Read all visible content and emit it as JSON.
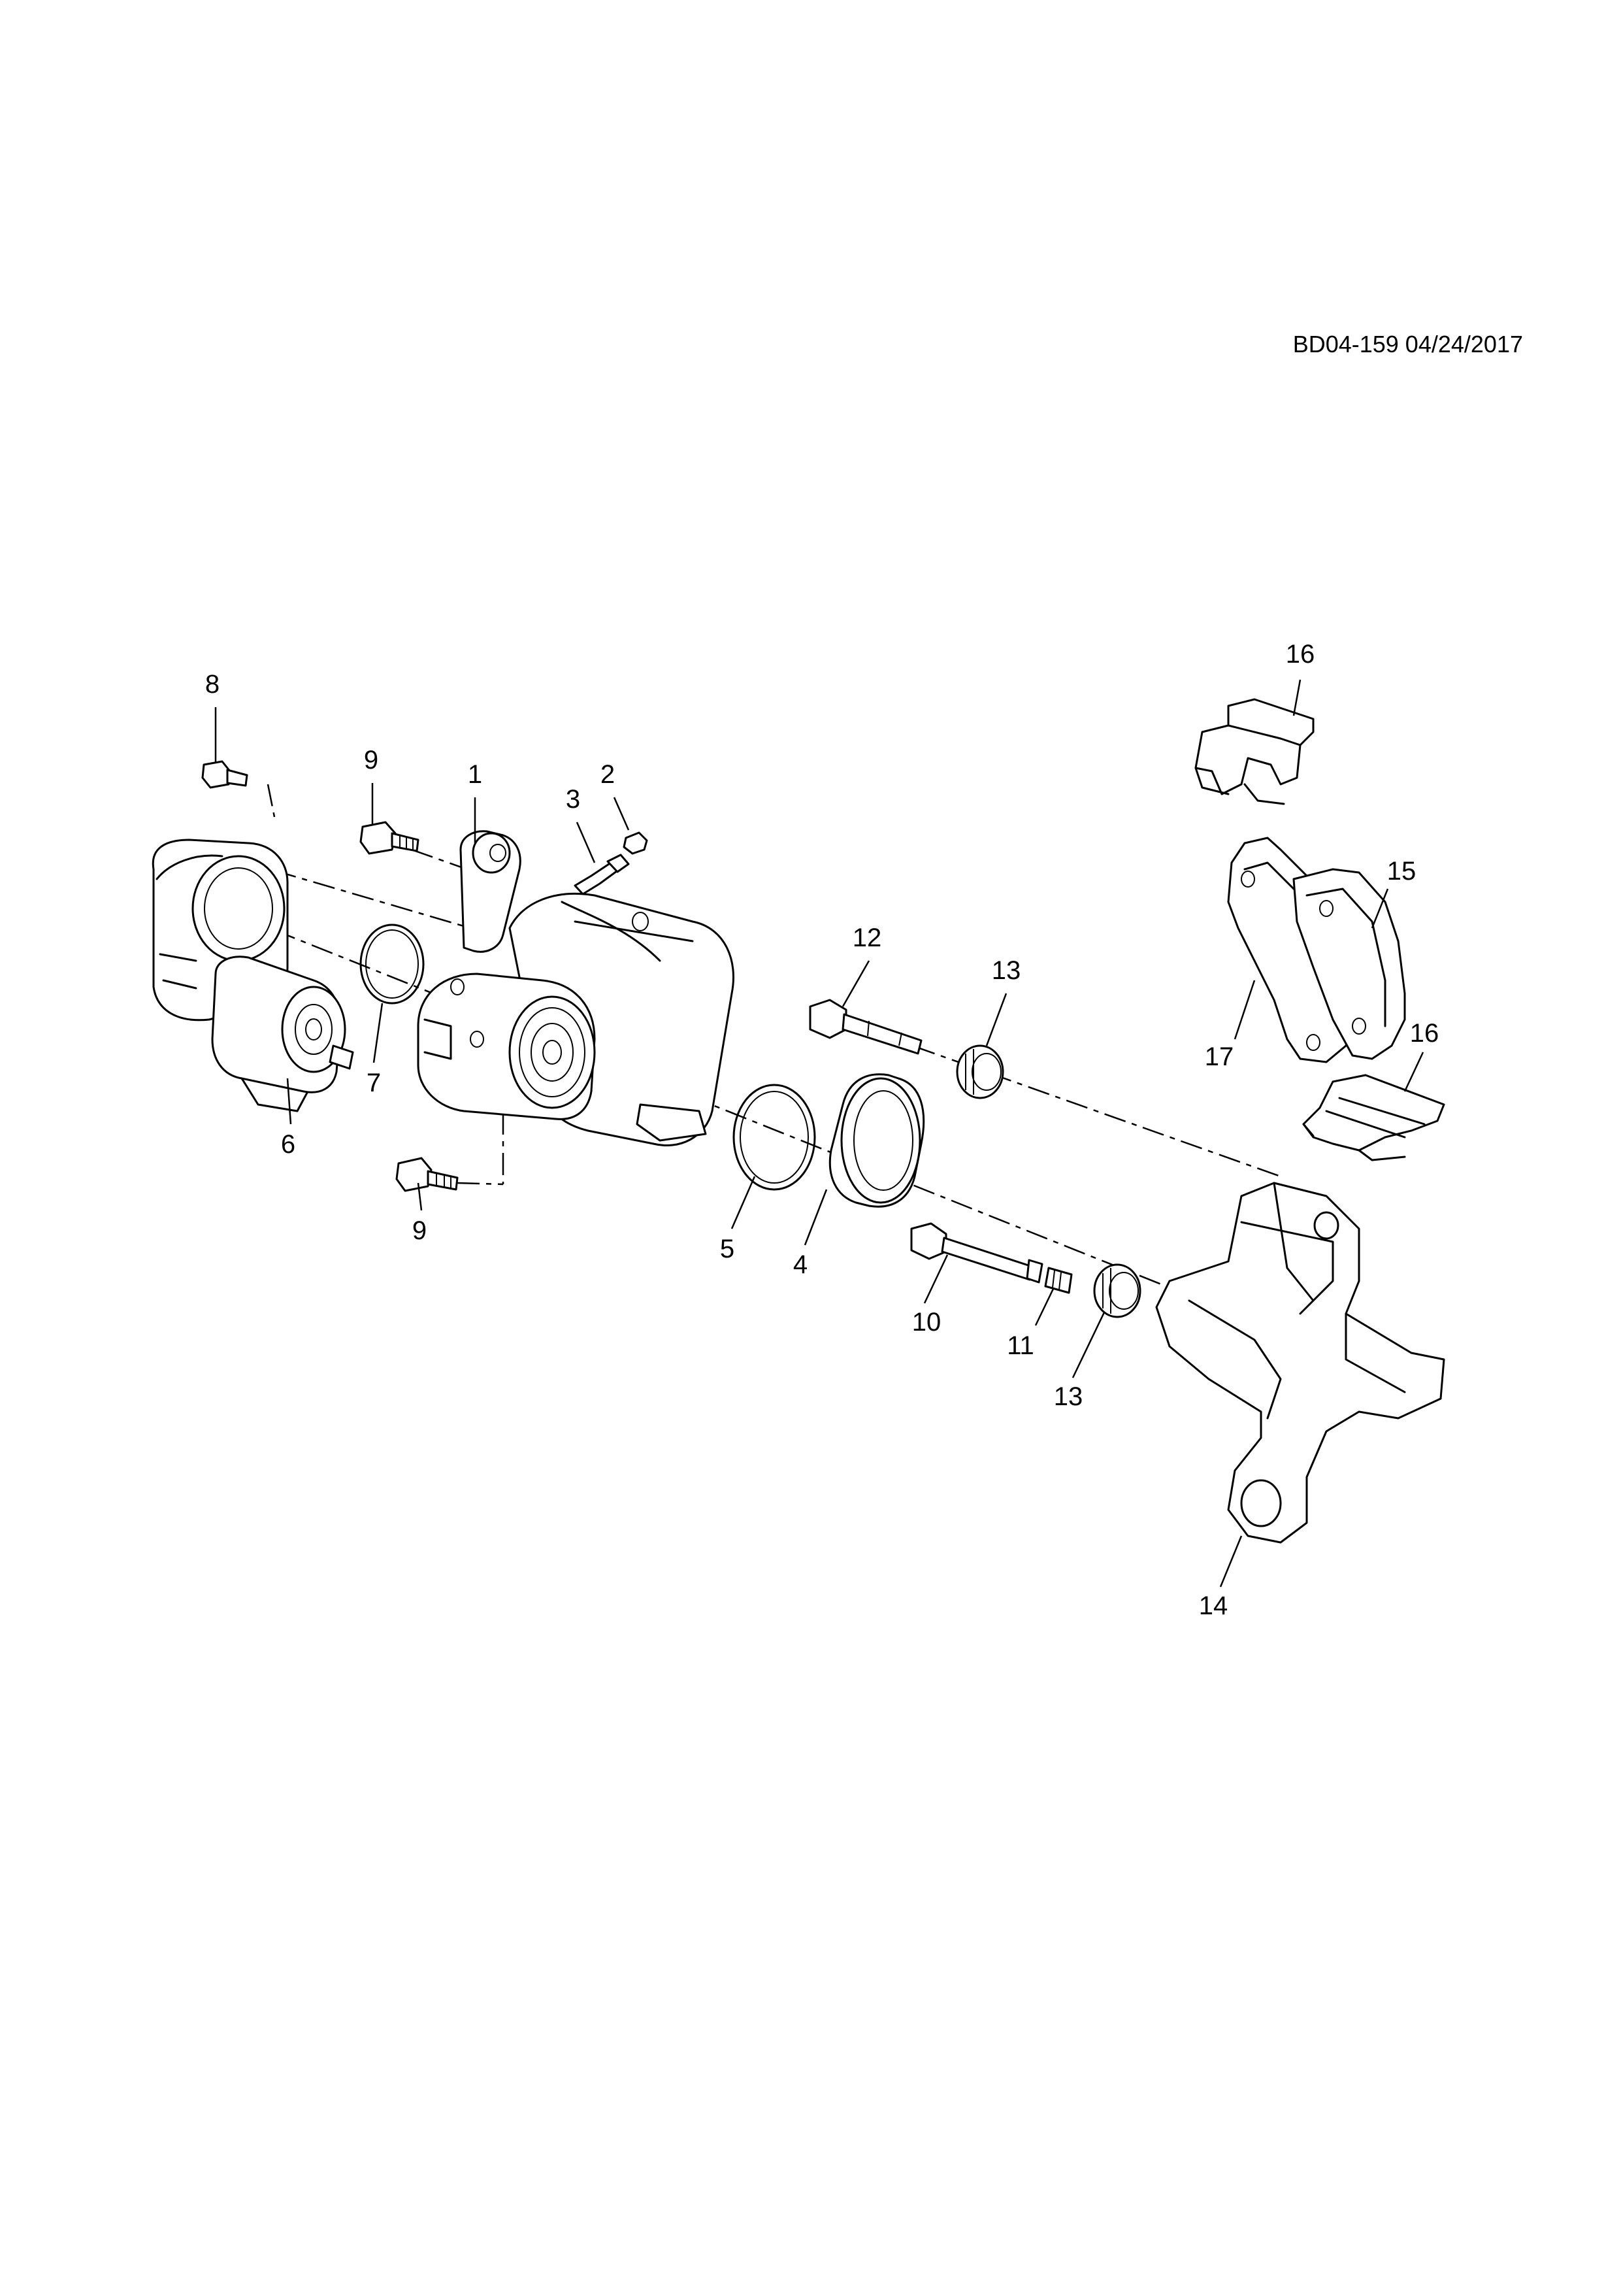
{
  "header": {
    "ref_code": "BD04-159 04/24/2017"
  },
  "callouts": [
    "1",
    "2",
    "3",
    "4",
    "5",
    "6",
    "7",
    "8",
    "9",
    "9",
    "10",
    "11",
    "12",
    "13",
    "13",
    "14",
    "15",
    "16",
    "16",
    "17"
  ],
  "parts": [
    {
      "name": "caliper-housing",
      "callout": "1"
    },
    {
      "name": "bleeder-cap",
      "callout": "2"
    },
    {
      "name": "bleeder-valve",
      "callout": "3"
    },
    {
      "name": "piston",
      "callout": "4"
    },
    {
      "name": "piston-seal",
      "callout": "5"
    },
    {
      "name": "parking-brake-actuator-motor",
      "callout": "6"
    },
    {
      "name": "actuator-o-ring",
      "callout": "7"
    },
    {
      "name": "actuator-bolt",
      "callout": "8"
    },
    {
      "name": "caliper-bolt-upper",
      "callout": "9"
    },
    {
      "name": "caliper-bolt-lower",
      "callout": "9"
    },
    {
      "name": "guide-pin-lower",
      "callout": "10"
    },
    {
      "name": "guide-pin-bushing",
      "callout": "11"
    },
    {
      "name": "guide-pin-upper",
      "callout": "12"
    },
    {
      "name": "guide-pin-boot-upper",
      "callout": "13"
    },
    {
      "name": "guide-pin-boot-lower",
      "callout": "13"
    },
    {
      "name": "caliper-bracket",
      "callout": "14"
    },
    {
      "name": "outer-brake-pad",
      "callout": "15"
    },
    {
      "name": "pad-clip-upper",
      "callout": "16"
    },
    {
      "name": "pad-clip-lower",
      "callout": "16"
    },
    {
      "name": "inner-brake-pad",
      "callout": "17"
    }
  ]
}
